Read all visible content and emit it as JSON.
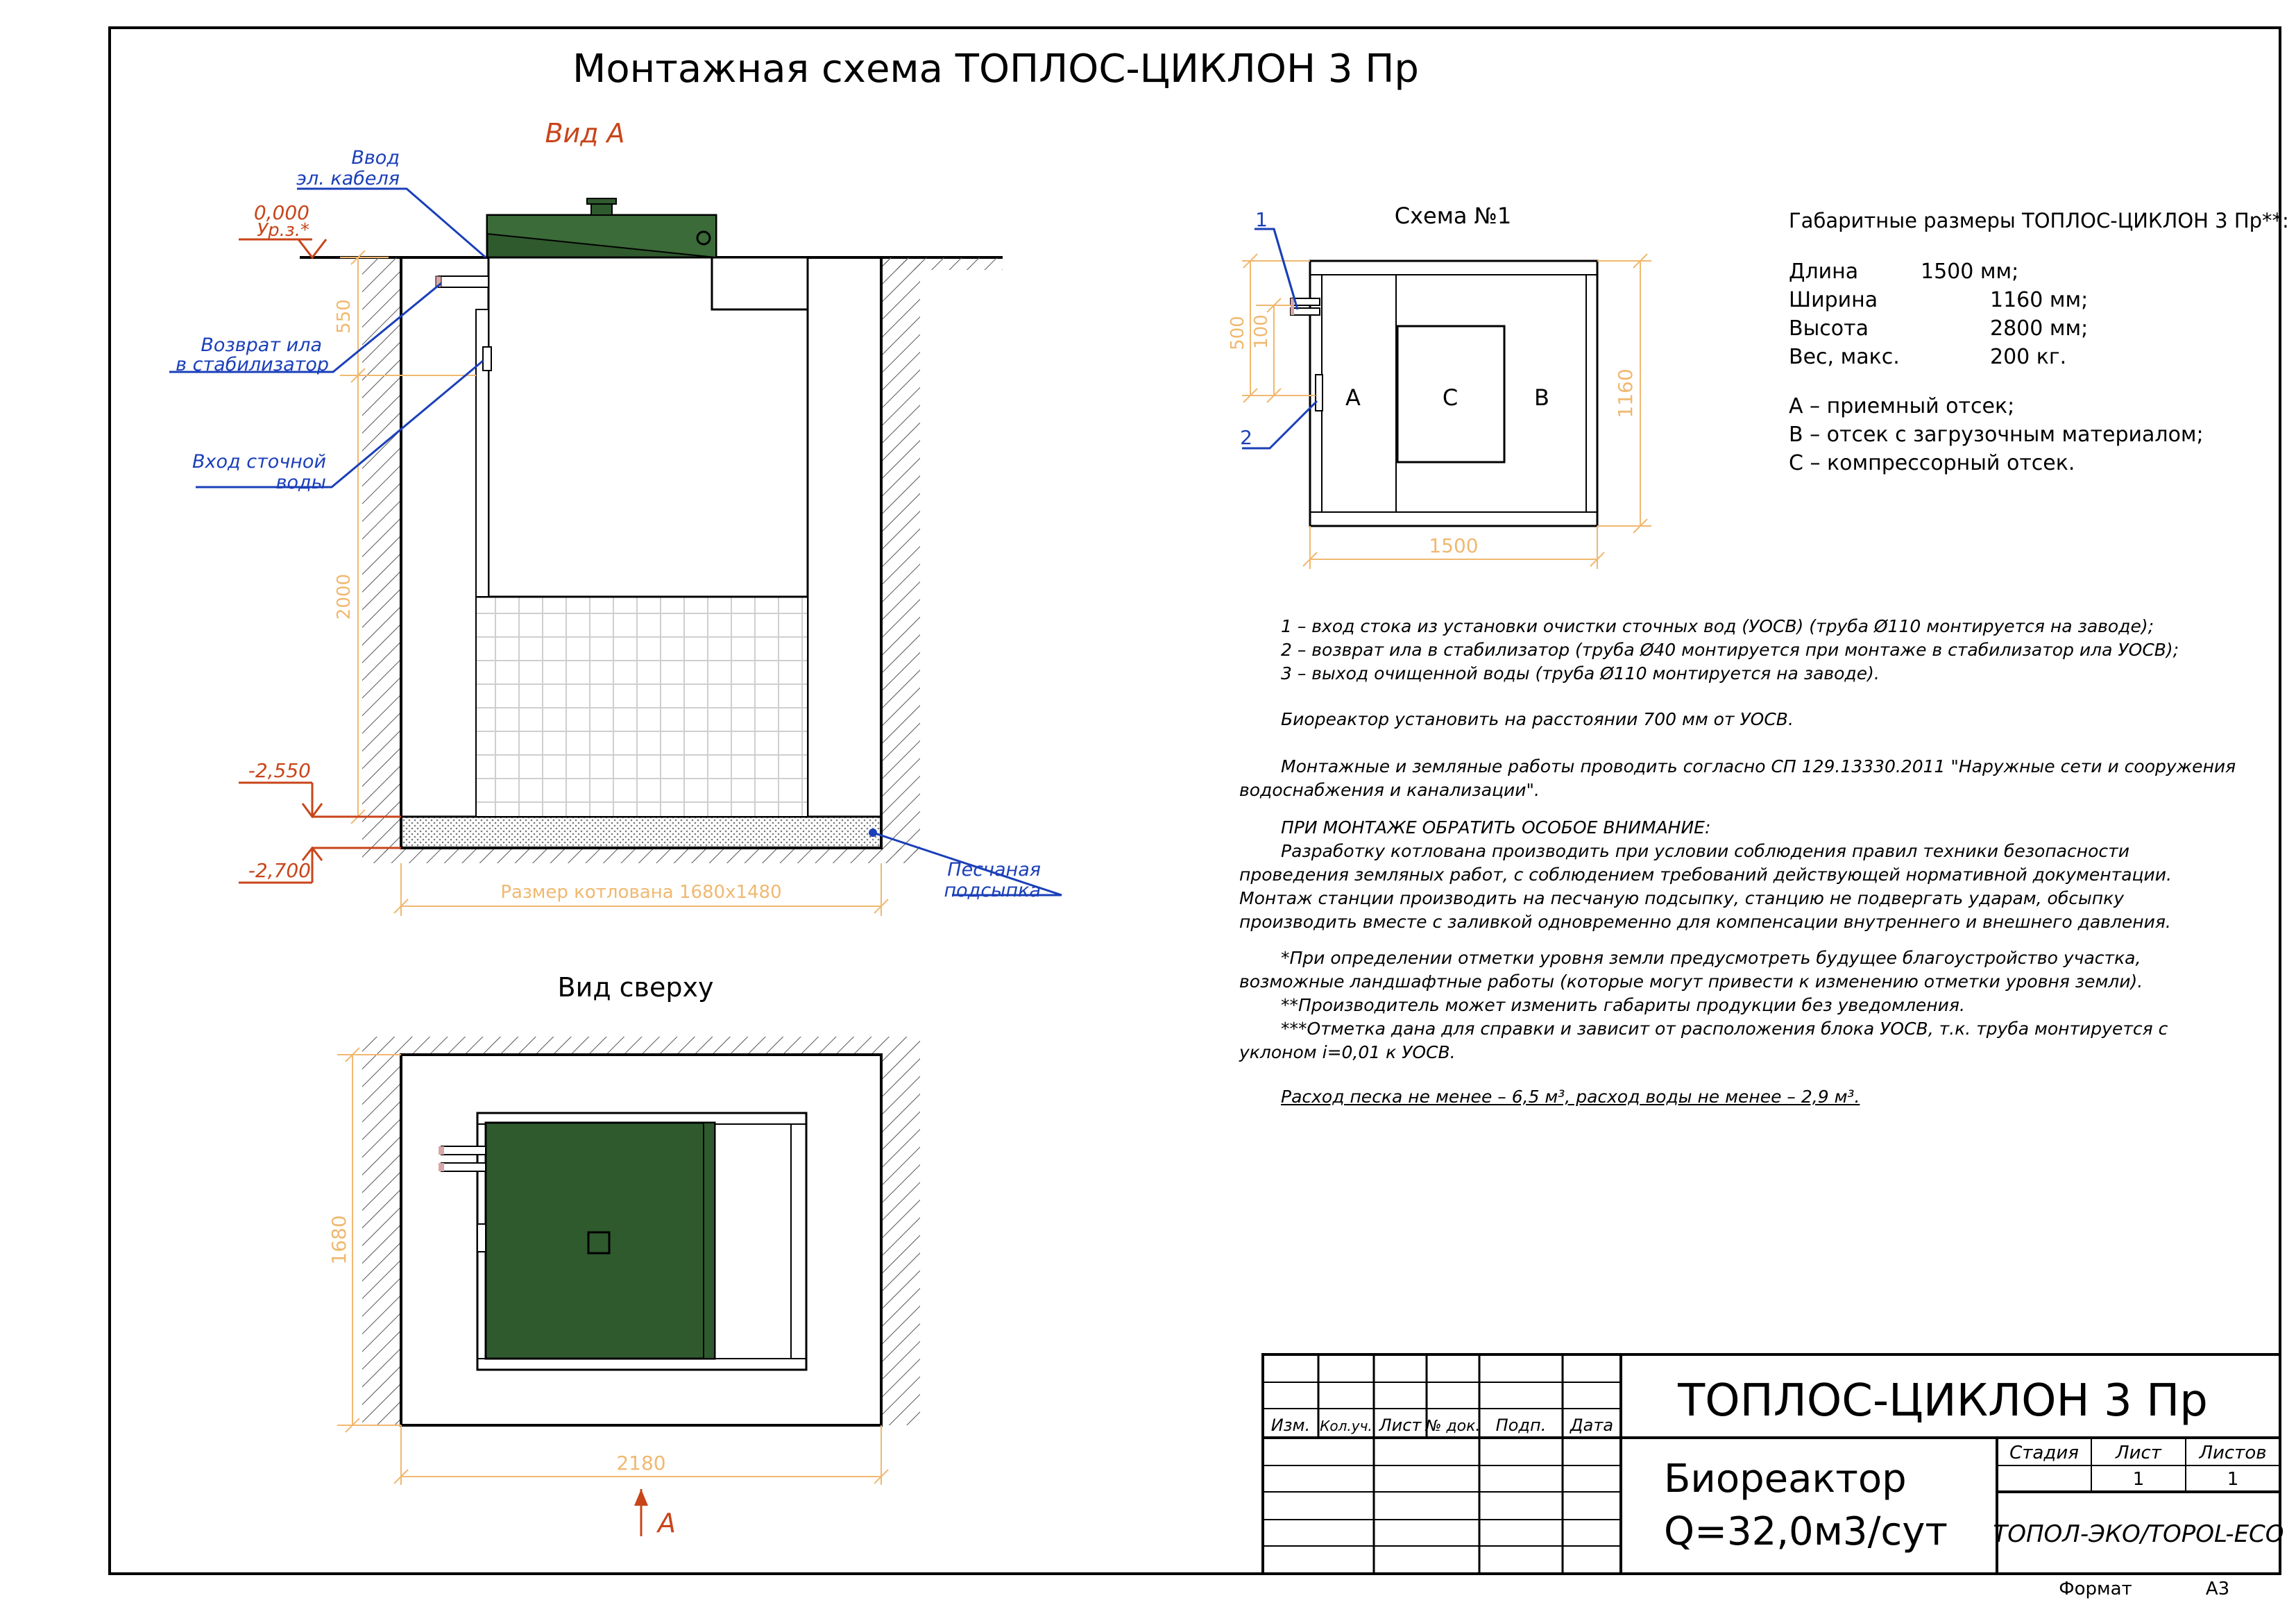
{
  "title": "Монтажная схема ТОПЛОС-ЦИКЛОН 3 Пр",
  "side_view": {
    "view_title": "Вид А",
    "label_cable": [
      "Ввод",
      "эл. кабеля"
    ],
    "label_level": [
      "0,000",
      "Ур.з.*"
    ],
    "label_sludge": [
      "Возврат ила",
      "в стабилизатор"
    ],
    "label_inlet": [
      "Вход сточной",
      "воды"
    ],
    "label_sand": [
      "Песчаная",
      "подсыпка"
    ],
    "mark_bottom": "-2,550",
    "mark_pit": "-2,700",
    "dim_upper": "550",
    "dim_lower": "2000",
    "dim_pit": "Размер котлована 1680х1480"
  },
  "top_view": {
    "view_title": "Вид сверху",
    "dim_height": "1680",
    "dim_width": "2180",
    "arrow_label": "А"
  },
  "scheme": {
    "title": "Схема №1",
    "callout_1": "1",
    "callout_2": "2",
    "dim_500": "500",
    "dim_100": "100",
    "dim_width": "1160",
    "dim_length": "1500",
    "compartment_a": "А",
    "compartment_c": "С",
    "compartment_b": "В"
  },
  "specs": {
    "title": "Габаритные размеры ТОПЛОС-ЦИКЛОН 3 Пр**:",
    "rows": [
      {
        "label": "Длина",
        "value": "1500 мм;"
      },
      {
        "label": "Ширина",
        "value": "1160 мм;"
      },
      {
        "label": "Высота",
        "value": "2800 мм;"
      },
      {
        "label": "Вес, макс.",
        "value": "200 кг."
      }
    ],
    "legend": [
      "А – приемный отсек;",
      "В – отсек с загрузочным материалом;",
      "С – компрессорный отсек."
    ]
  },
  "notes": {
    "items": [
      "1 – вход стока из установки очистки сточных вод (УОСВ) (труба Ø110 монтируется на заводе);",
      "2 – возврат ила в стабилизатор (труба Ø40 монтируется при монтаже в стабилизатор ила УОСВ);",
      "3 – выход очищенной воды (труба Ø110 монтируется на заводе)."
    ],
    "distance": "Биореактор установить на расстоянии 700 мм от УОСВ.",
    "works": "Монтажные и земляные работы проводить согласно СП 129.13330.2011 \"Наружные сети и сооружения водоснабжения и канализации\".",
    "attention_title": "ПРИ МОНТАЖЕ ОБРАТИТЬ ОСОБОЕ ВНИМАНИЕ:",
    "attention_text": "Разработку котлована производить при условии соблюдения правил техники безопасности проведения земляных работ, с соблюдением требований действующей нормативной документации. Монтаж станции производить на песчаную подсыпку, станцию не подвергать ударам, обсыпку производить вместе с заливкой одновременно для компенсации внутреннего и внешнего давления.",
    "footnote_1": "*При определении отметки уровня земли предусмотреть будущее благоустройство участка, возможные ландшафтные работы (которые могут привести к изменению отметки уровня земли).",
    "footnote_2": "**Производитель может изменить габариты продукции без уведомления.",
    "footnote_3": "***Отметка дана для справки и зависит от расположения блока УОСВ, т.к. труба монтируется с уклоном i=0,01 к УОСВ.",
    "consumption": "Расход песка не менее – 6,5 м³, расход воды не менее – 2,9 м³."
  },
  "title_block": {
    "headers": [
      "Изм.",
      "Кол.уч.",
      "Лист",
      "№ док.",
      "Подп.",
      "Дата"
    ],
    "product": "ТОПЛОС-ЦИКЛОН 3 Пр",
    "name_line1": "Биореактор",
    "name_line2": "Q=32,0м3/сут",
    "stage_label": "Стадия",
    "sheet_label": "Лист",
    "sheets_label": "Листов",
    "sheet_value": "1",
    "sheets_value": "1",
    "org": "ТОПОЛ-ЭКО/TOPOL-ECO",
    "format_label": "Формат",
    "format_value": "А3"
  },
  "colors": {
    "body_green": "#2f5a2e",
    "callout_blue": "#1a3fb8",
    "mark_red": "#c8451a",
    "dim_orange": "#f0b870"
  }
}
